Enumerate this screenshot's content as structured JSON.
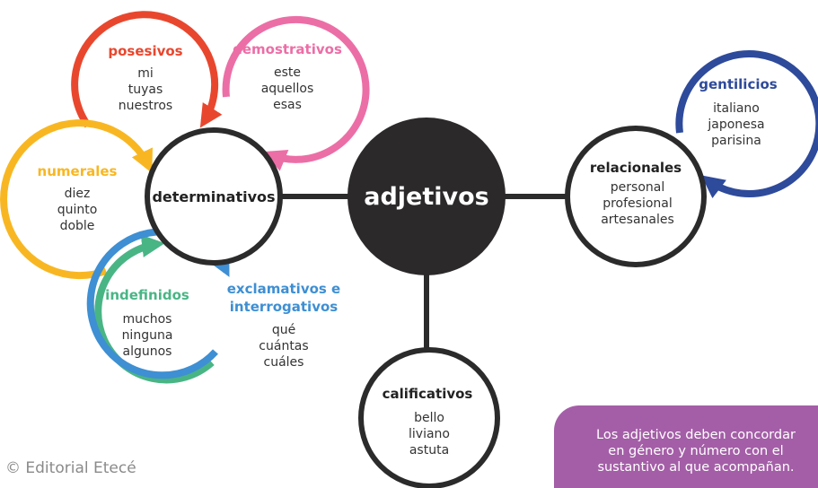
{
  "center": {
    "label": "adjetivos"
  },
  "determinativos": {
    "label": "determinativos"
  },
  "subtypes": [
    {
      "key": "posesivos",
      "title": [
        "posesivos"
      ],
      "examples": [
        "mi",
        "tuyas",
        "nuestros"
      ],
      "color": "#e8472e"
    },
    {
      "key": "demostrativos",
      "title": [
        "demostrativos"
      ],
      "examples": [
        "este",
        "aquellos",
        "esas"
      ],
      "color": "#ec6ea6"
    },
    {
      "key": "numerales",
      "title": [
        "numerales"
      ],
      "examples": [
        "diez",
        "quinto",
        "doble"
      ],
      "color": "#f8b722"
    },
    {
      "key": "indefinidos",
      "title": [
        "indefinidos"
      ],
      "examples": [
        "muchos",
        "ninguna",
        "algunos"
      ],
      "color": "#49b585"
    },
    {
      "key": "exclamativos",
      "title": [
        "exclamativos e",
        "interrogativos"
      ],
      "examples": [
        "qué",
        "cuántas",
        "cuáles"
      ],
      "color": "#3e8fd3"
    }
  ],
  "relacionales": {
    "label": "relacionales",
    "examples": [
      "personal",
      "profesional",
      "artesanales"
    ]
  },
  "gentilicios": {
    "title": "gentilicios",
    "examples": [
      "italiano",
      "japonesa",
      "parisina"
    ],
    "color": "#2e4a9b"
  },
  "calificativos": {
    "label": "calificativos",
    "examples": [
      "bello",
      "liviano",
      "astuta"
    ]
  },
  "note": {
    "lines": [
      "Los adjetivos deben concordar",
      "en género y número con el",
      "sustantivo al que acompañan."
    ]
  },
  "credit": "© Editorial Etecé",
  "colors": {
    "node_stroke": "#2b2b2b",
    "center_fill": "#2b2929",
    "note_bg": "#a45ea7"
  }
}
